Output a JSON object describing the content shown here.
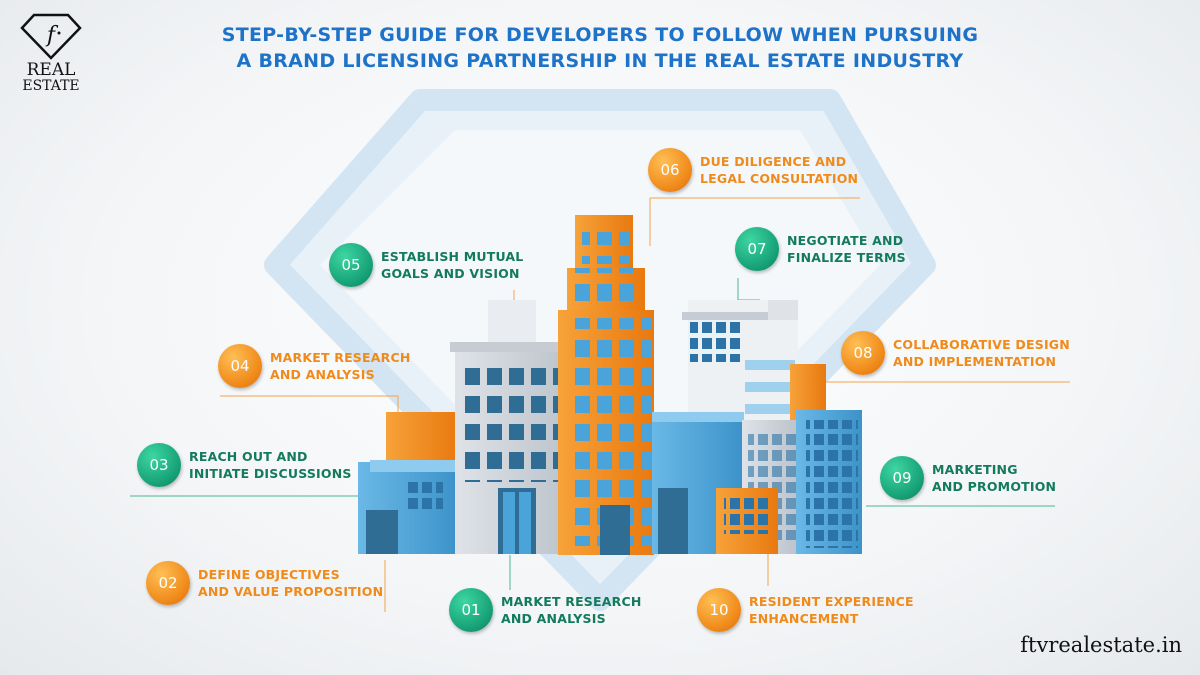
{
  "brand": {
    "logo_line1": "REAL",
    "logo_line2": "ESTATE",
    "website": "ftvrealestate.in"
  },
  "title": {
    "line1": "STEP-BY-STEP GUIDE FOR DEVELOPERS TO FOLLOW WHEN PURSUING",
    "line2": "A BRAND LICENSING PARTNERSHIP IN THE REAL ESTATE INDUSTRY"
  },
  "colors": {
    "title": "#1e73c8",
    "orange": "#f08a1a",
    "green": "#17a277",
    "label_green": "#137a5c"
  },
  "steps": [
    {
      "number": "01",
      "line1": "MARKET RESEARCH",
      "line2": "AND ANALYSIS",
      "color": "green"
    },
    {
      "number": "02",
      "line1": "DEFINE OBJECTIVES",
      "line2": "AND VALUE PROPOSITION",
      "color": "orange"
    },
    {
      "number": "03",
      "line1": "REACH OUT AND",
      "line2": "INITIATE DISCUSSIONS",
      "color": "green"
    },
    {
      "number": "04",
      "line1": "MARKET RESEARCH",
      "line2": "AND ANALYSIS",
      "color": "orange"
    },
    {
      "number": "05",
      "line1": "ESTABLISH MUTUAL",
      "line2": "GOALS AND VISION",
      "color": "green"
    },
    {
      "number": "06",
      "line1": "DUE DILIGENCE AND",
      "line2": "LEGAL CONSULTATION",
      "color": "orange"
    },
    {
      "number": "07",
      "line1": "NEGOTIATE AND",
      "line2": "FINALIZE TERMS",
      "color": "green"
    },
    {
      "number": "08",
      "line1": "COLLABORATIVE DESIGN",
      "line2": "AND IMPLEMENTATION",
      "color": "orange"
    },
    {
      "number": "09",
      "line1": "MARKETING",
      "line2": "AND PROMOTION",
      "color": "green"
    },
    {
      "number": "10",
      "line1": "RESIDENT EXPERIENCE",
      "line2": "ENHANCEMENT",
      "color": "orange"
    }
  ]
}
